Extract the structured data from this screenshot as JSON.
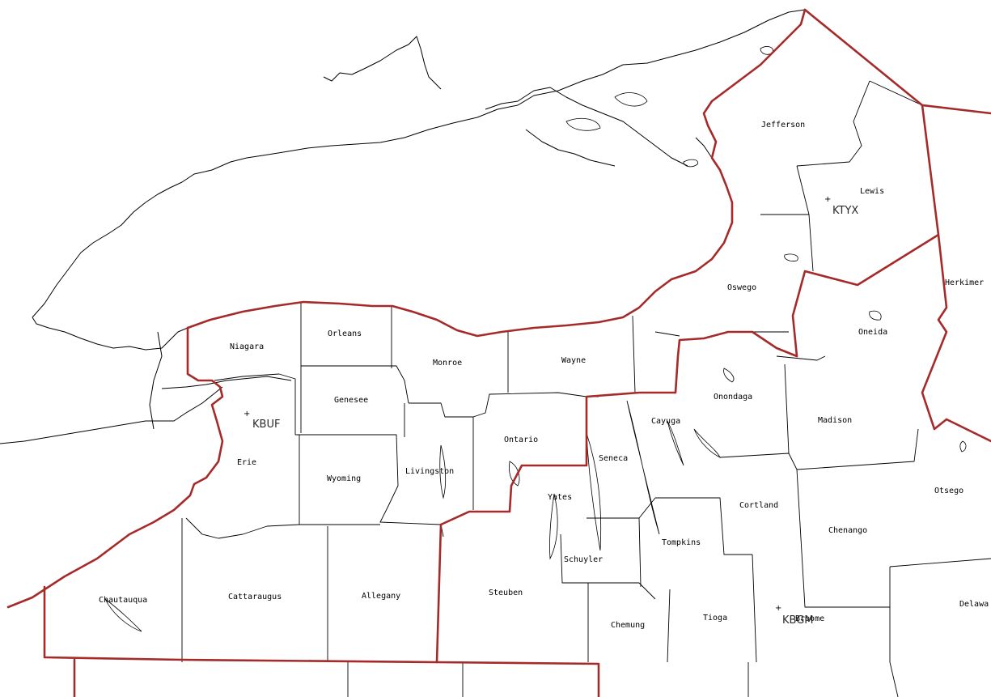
{
  "colors": {
    "background": "#ffffff",
    "county_boundary": "#000000",
    "cwa_boundary": "#a52a2a",
    "station_text": "#2a2a2a"
  },
  "counties": {
    "jefferson": "Jefferson",
    "lewis": "Lewis",
    "herkimer": "Herkimer",
    "oswego": "Oswego",
    "oneida": "Oneida",
    "niagara": "Niagara",
    "orleans": "Orleans",
    "monroe": "Monroe",
    "wayne": "Wayne",
    "genesee": "Genesee",
    "onondaga": "Onondaga",
    "cayuga": "Cayuga",
    "madison": "Madison",
    "ontario": "Ontario",
    "erie": "Erie",
    "wyoming": "Wyoming",
    "livingston": "Livingston",
    "seneca": "Seneca",
    "otsego": "Otsego",
    "yates": "Yates",
    "cortland": "Cortland",
    "chenango": "Chenango",
    "tompkins": "Tompkins",
    "schuyler": "Schuyler",
    "chautauqua": "Chautauqua",
    "cattaraugus": "Cattaraugus",
    "allegany": "Allegany",
    "steuben": "Steuben",
    "chemung": "Chemung",
    "tioga": "Tioga",
    "broome": "Broome",
    "delaware": "Delawa"
  },
  "stations": {
    "kbuf": "KBUF",
    "ktyx": "KTYX",
    "kbgm": "KBGM",
    "marker": "+"
  }
}
